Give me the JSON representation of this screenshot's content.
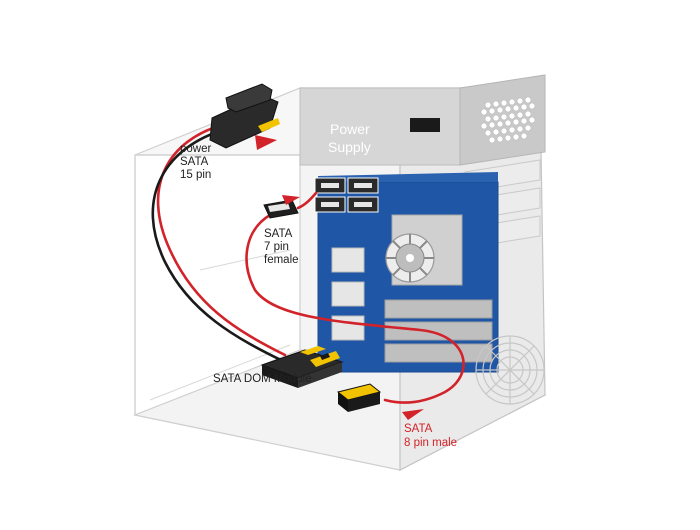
{
  "labels": {
    "power_supply": [
      "Power",
      "Supply"
    ],
    "power_sata": [
      "power",
      "SATA",
      "15 pin"
    ],
    "sata_7pin": [
      "SATA",
      "7 pin",
      "female"
    ],
    "sata_dom": "SATA DOM Module",
    "sata_8pin": [
      "SATA",
      "8 pin male"
    ]
  },
  "colors": {
    "case_outline": "#c9c9c9",
    "power_supply": "#d9d9d9",
    "motherboard": "#1f56a6",
    "cable_red": "#d2232a",
    "cable_black": "#1a1a1a",
    "connector_yellow": "#f2c300",
    "label_red": "#d2232a"
  },
  "icons": [
    "power-connector-icon",
    "sata-connector-icon",
    "sata-dom-module-icon",
    "cpu-fan-icon",
    "case-fan-icon"
  ]
}
